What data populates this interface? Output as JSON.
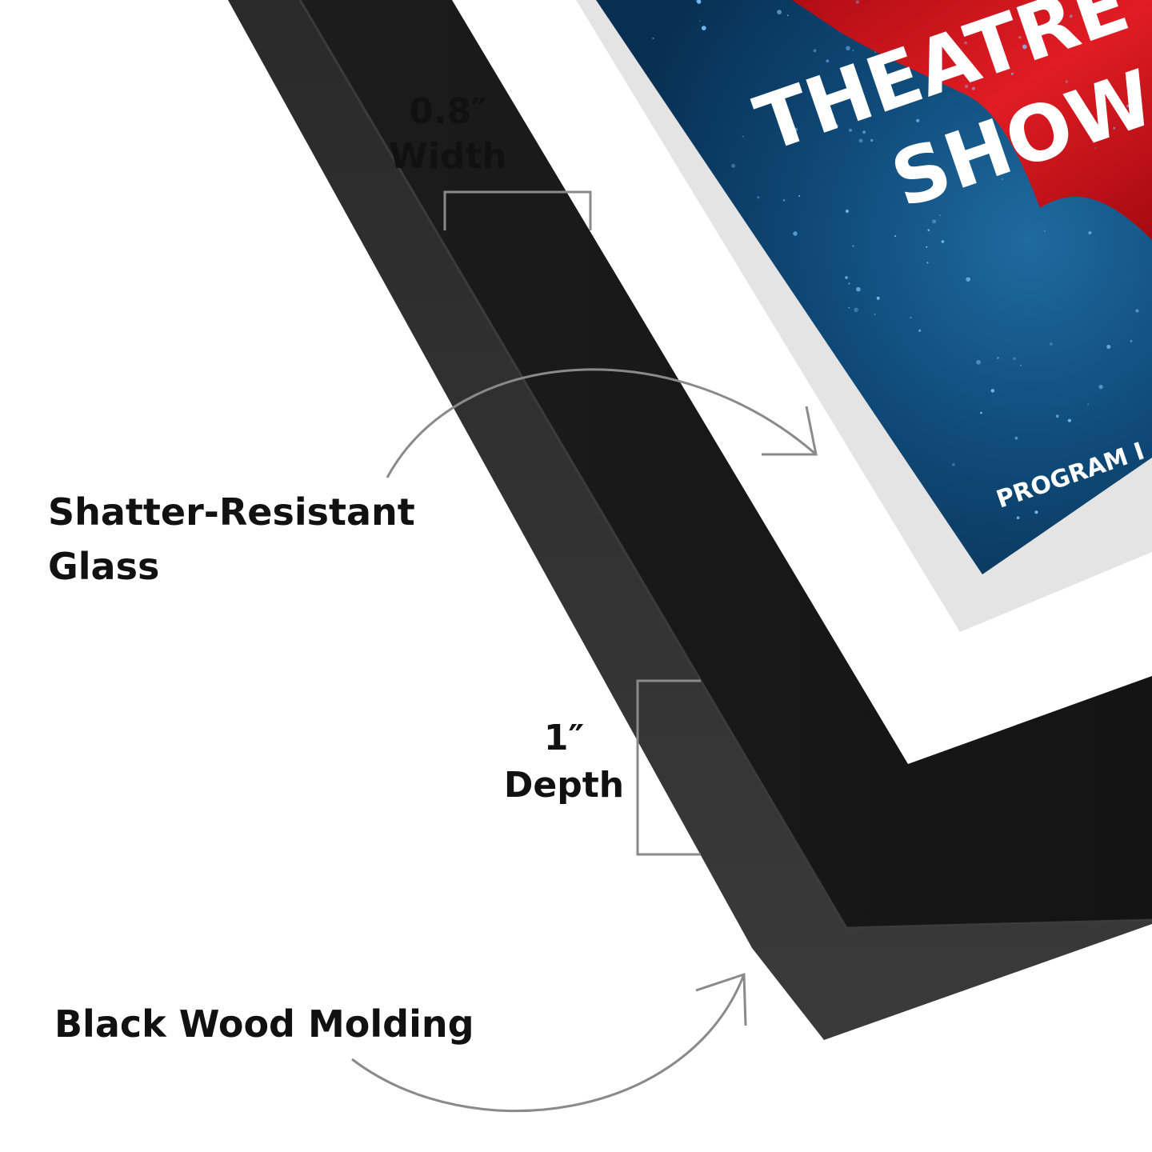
{
  "callouts": {
    "width": {
      "value": "0.8″",
      "unit": "Width"
    },
    "depth": {
      "value": "1″",
      "unit": "Depth"
    },
    "glass": {
      "line1": "Shatter-Resistant",
      "line2": "Glass"
    },
    "molding": {
      "label": "Black Wood Molding"
    }
  },
  "poster": {
    "title_line1": "THEATRE",
    "title_line2": "SHOW",
    "footer": "PROGRAM I"
  },
  "colors": {
    "frame_dark": "#1a1a1a",
    "frame_side": "#2d2d2d",
    "mat": "#ffffff",
    "poster_blue": "#0f4a78",
    "curtain_red": "#d8141c",
    "annotation_gray": "#8a8a8a",
    "text": "#111111"
  },
  "icons": [
    "bracket-icon",
    "curved-arrow-icon"
  ]
}
